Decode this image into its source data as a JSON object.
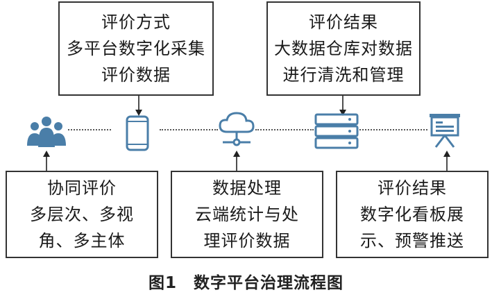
{
  "top_boxes": [
    {
      "lines": [
        "评价方式",
        "多平台数字化采集",
        "评价数据"
      ]
    },
    {
      "lines": [
        "评价结果",
        "大数据仓库对数据",
        "进行清洗和管理"
      ]
    }
  ],
  "bottom_boxes": [
    {
      "lines": [
        "协同评价",
        "多层次、多视",
        "角、多主体"
      ]
    },
    {
      "lines": [
        "数据处理",
        "云端统计与处",
        "理评价数据"
      ]
    },
    {
      "lines": [
        "评价结果",
        "数字化看板展",
        "示、预警推送"
      ]
    }
  ],
  "icons": [
    "people-group-icon",
    "smartphone-icon",
    "cloud-network-icon",
    "server-database-icon",
    "presentation-board-icon"
  ],
  "colors": {
    "icon": "#4a7ea8",
    "border": "#333333"
  },
  "caption": {
    "number": "图1",
    "title": "数字平台治理流程图"
  }
}
